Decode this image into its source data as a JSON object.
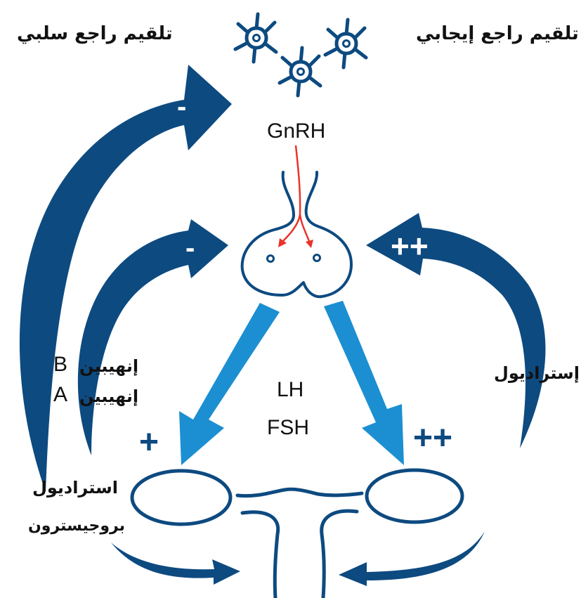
{
  "labels": {
    "negative_feedback": "تلقيم راجع سلبي",
    "positive_feedback": "تلقيم راجع إيجابي",
    "gnrh": "GnRH",
    "lh": "LH",
    "fsh": "FSH",
    "inhibin_b_ar": "إنهيبين",
    "inhibin_b_letter": "B",
    "inhibin_a_ar": "إنهيبين",
    "inhibin_a_letter": "A",
    "estradiol_right": "إستراديول",
    "estradiol_left": "استراديول",
    "progesterone": "بروجيسترون"
  },
  "signs": {
    "outer_arrow": "-",
    "inner_arrow": "-",
    "right_arrow": "++",
    "left_ovary": "+",
    "right_ovary": "++"
  },
  "colors": {
    "dark_blue": "#0d4a80",
    "light_blue": "#1b8fd2",
    "red": "#e8342a",
    "text": "#111111"
  }
}
